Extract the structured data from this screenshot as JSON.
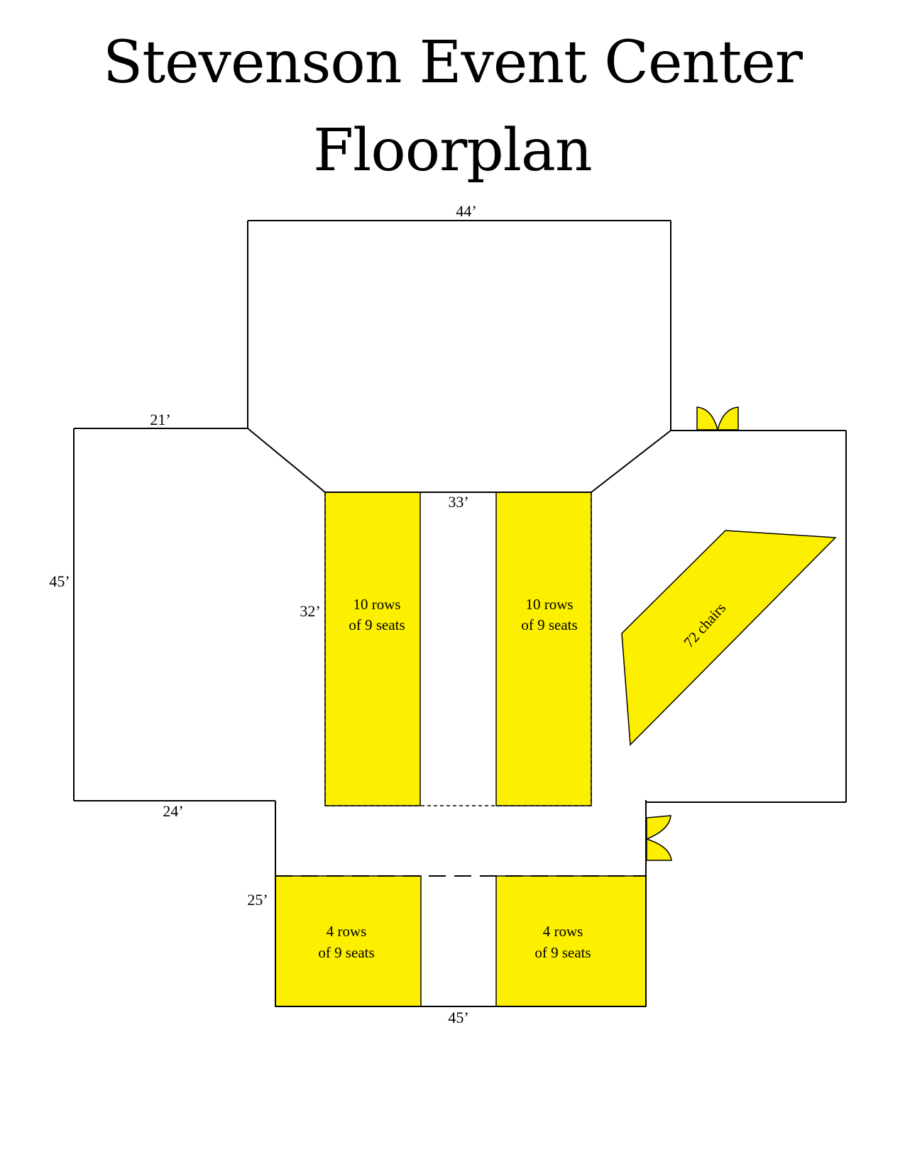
{
  "title_line1": "Stevenson Event Center",
  "title_line2": "Floorplan",
  "dimensions": {
    "top_width": "44’",
    "left_top": "21’",
    "left_height": "45’",
    "left_bottom": "24’",
    "center_width": "33’",
    "center_depth": "32’",
    "lower_depth": "25’",
    "bottom_width": "45’"
  },
  "seating": {
    "center_left": [
      "10 rows",
      "of 9 seats"
    ],
    "center_right": [
      "10 rows",
      "of 9 seats"
    ],
    "lower_left": [
      "4 rows",
      "of 9 seats"
    ],
    "lower_right": [
      "4 rows",
      "of 9 seats"
    ],
    "side_block": "72 chairs"
  },
  "colors": {
    "seating": "#fdef00",
    "walls": "#000000",
    "background": "#ffffff"
  },
  "icons": [
    "door-swing-icon",
    "door-swing-icon"
  ]
}
